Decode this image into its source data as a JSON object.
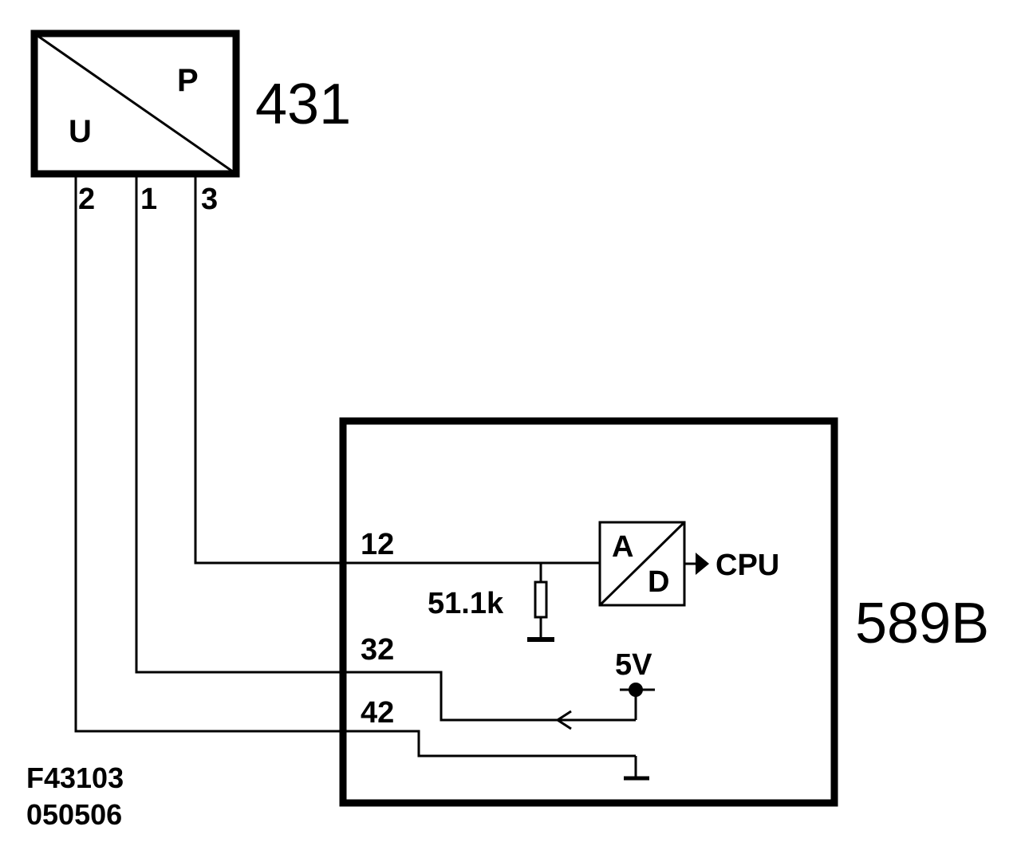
{
  "diagram": {
    "sensor": {
      "id": "431",
      "label_top": "P",
      "label_bottom": "U",
      "pins": [
        "2",
        "1",
        "3"
      ]
    },
    "module": {
      "id": "589B",
      "pins": [
        "12",
        "32",
        "42"
      ],
      "adc": {
        "input_label": "A",
        "output_label": "D",
        "output_target": "CPU"
      },
      "resistor_label": "51.1k",
      "supply_label": "5V"
    },
    "drawing_info": {
      "figure_number": "F43103",
      "date_code": "050506"
    }
  }
}
